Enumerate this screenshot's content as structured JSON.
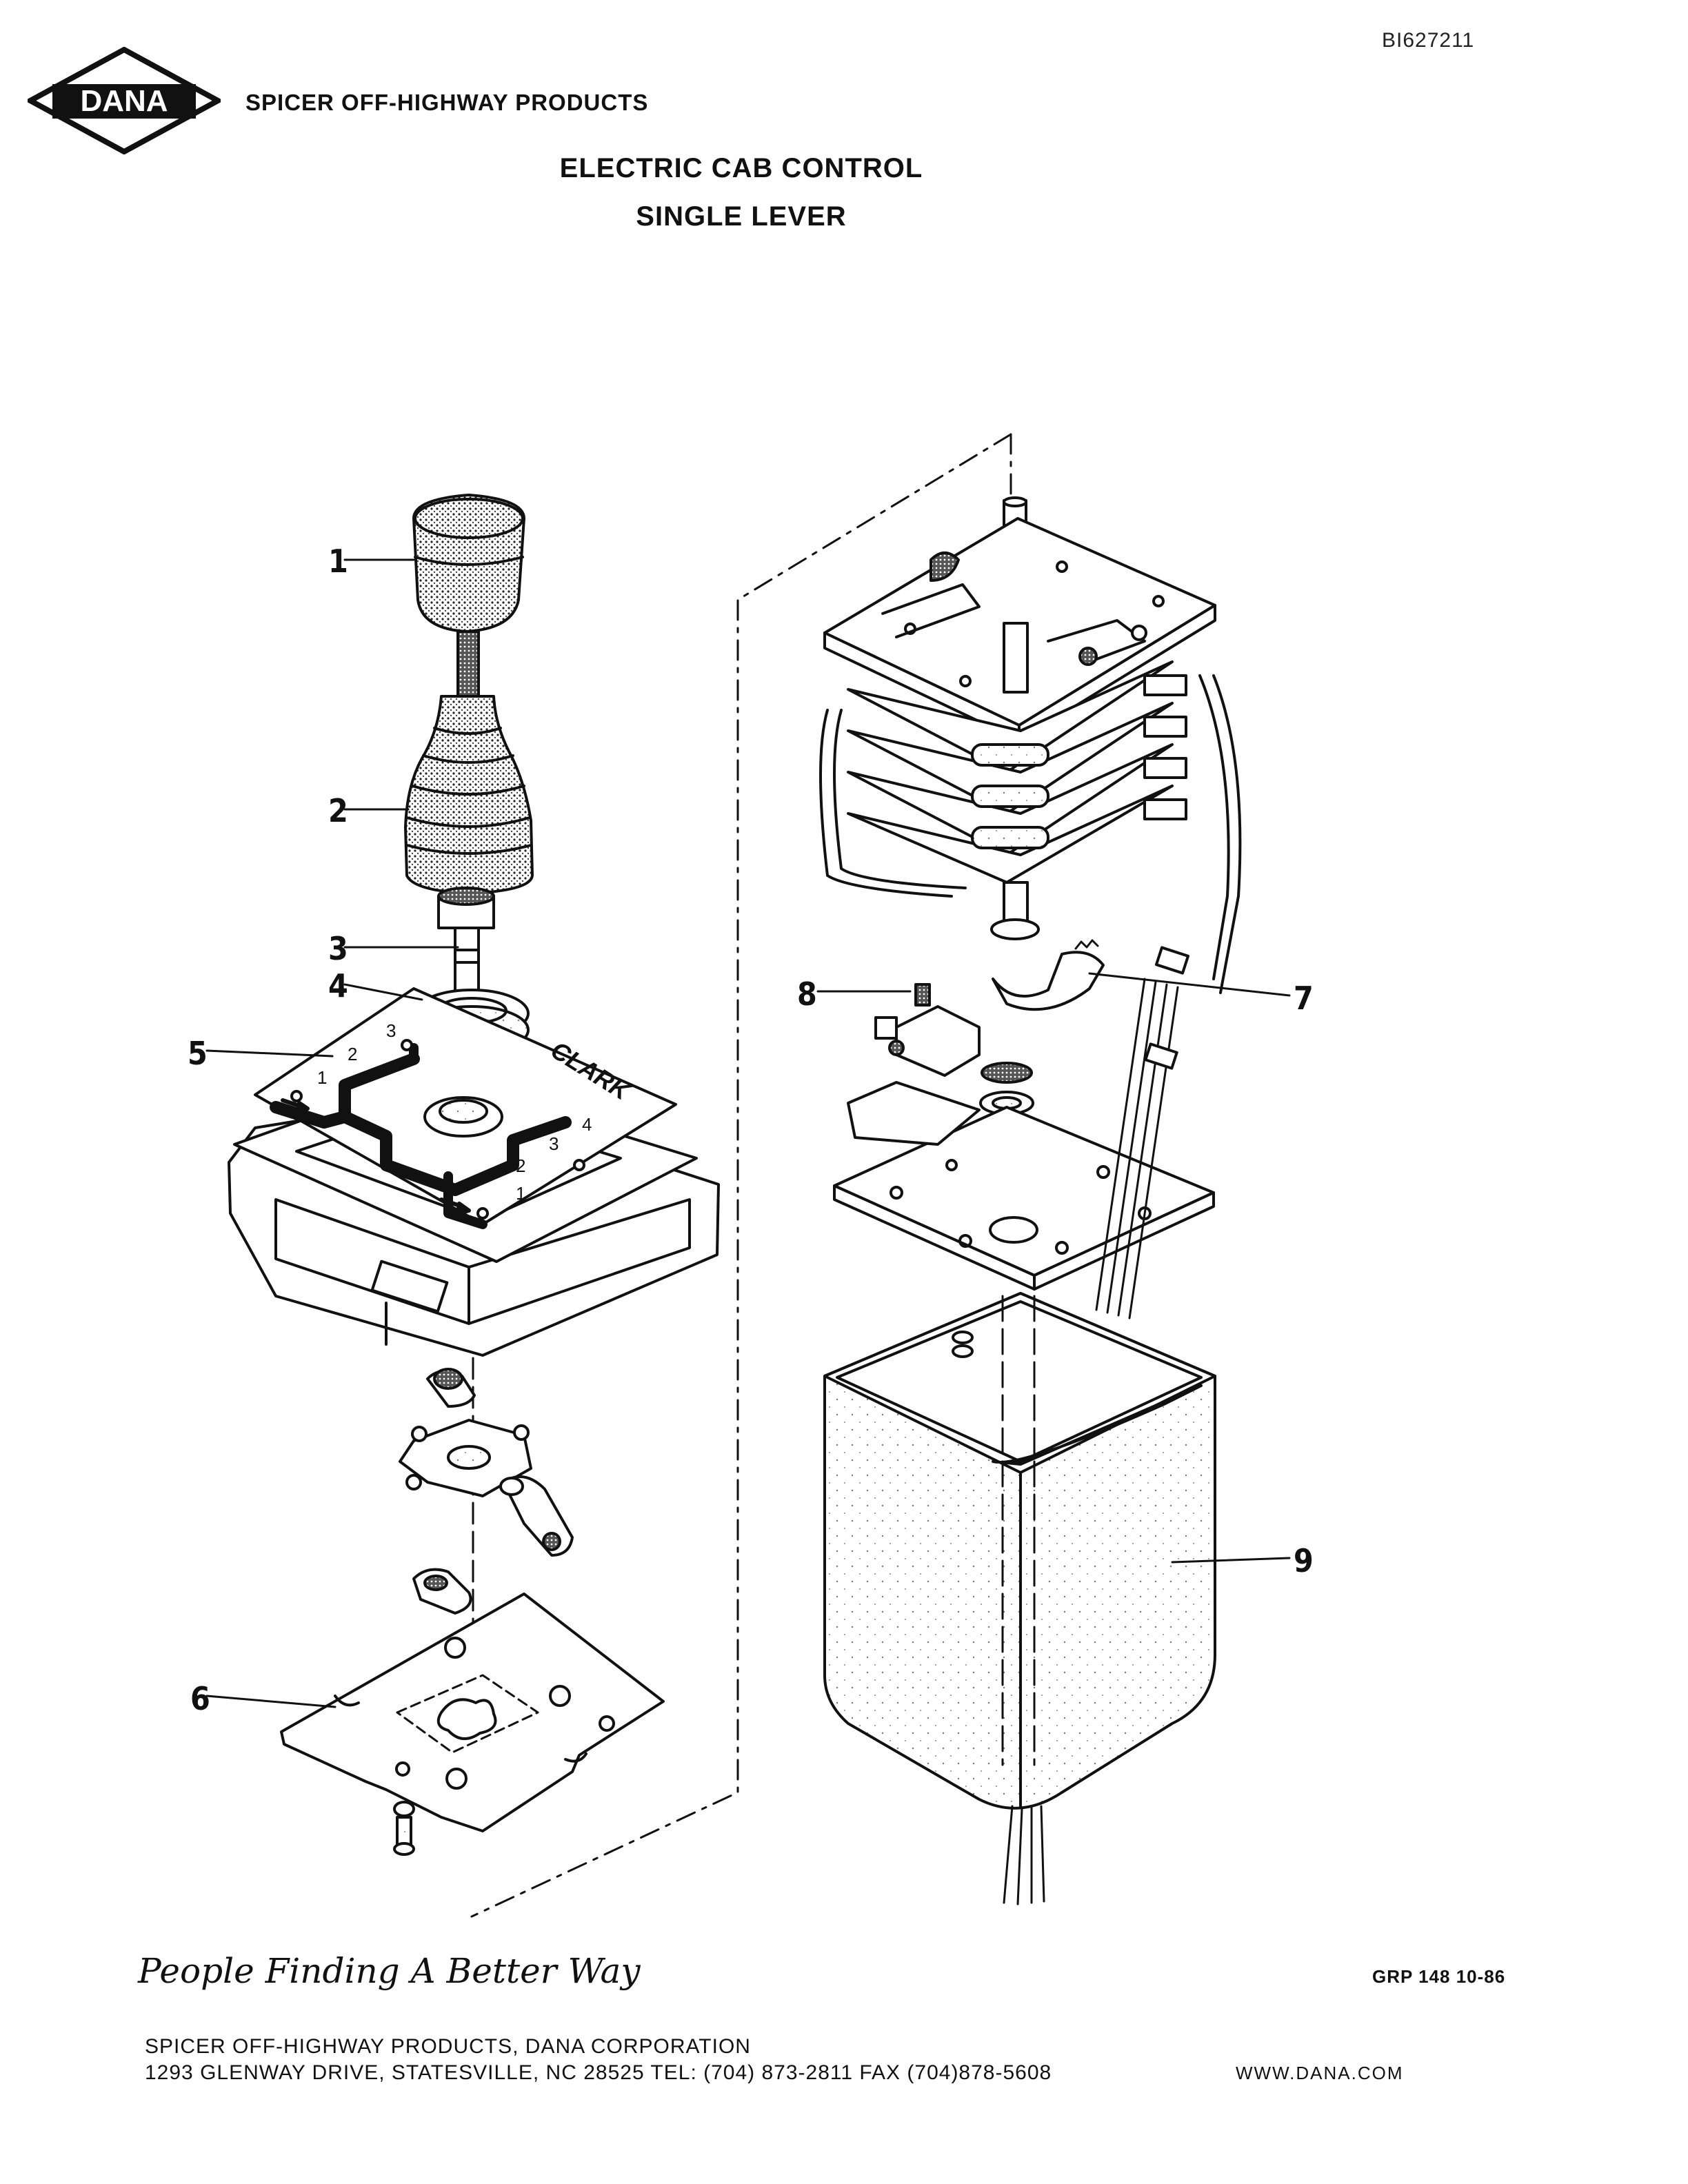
{
  "header": {
    "doc_id": "BI627211",
    "logo_text": "DANA",
    "company": "SPICER OFF-HIGHWAY PRODUCTS",
    "title_line1": "ELECTRIC CAB CONTROL",
    "title_line2": "SINGLE LEVER"
  },
  "diagram": {
    "plate_text": "CLARK",
    "callouts": [
      "1",
      "2",
      "3",
      "4",
      "5",
      "6",
      "7",
      "8",
      "9"
    ],
    "gate_numbers": [
      "1",
      "2",
      "3",
      "1",
      "2",
      "3",
      "4"
    ]
  },
  "footer": {
    "slogan": "People Finding A Better Way",
    "grp": "GRP 148  10-86",
    "company_line": "SPICER OFF-HIGHWAY PRODUCTS, DANA CORPORATION",
    "address_line": "1293 GLENWAY DRIVE, STATESVILLE, NC 28525  TEL: (704) 873-2811  FAX (704)878-5608",
    "website": "WWW.DANA.COM"
  }
}
